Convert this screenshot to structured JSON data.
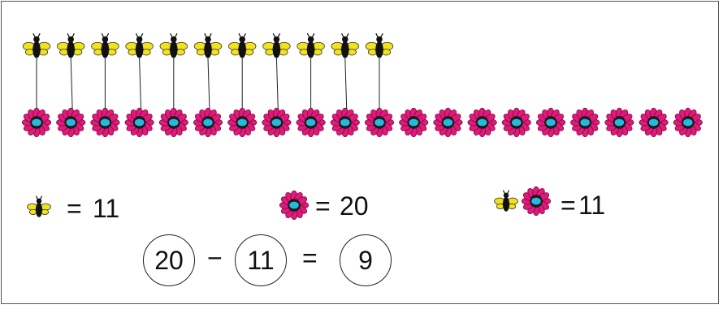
{
  "counts": {
    "bees": 11,
    "flowers": 20,
    "paired": 11
  },
  "colors": {
    "flower_petal": "#e0197a",
    "flower_center": "#27b8e0",
    "bee_body": "#111111",
    "bee_wing": "#f2e21d",
    "string": "#222222"
  },
  "icons": {
    "bee": "bee-icon",
    "flower": "flower-icon"
  },
  "summary": {
    "bee_value": "11",
    "flower_value": "20",
    "pair_value": "11"
  },
  "equation": {
    "minuend": "20",
    "minus": "−",
    "subtrahend": "11",
    "equals": "=",
    "result": "9",
    "eq_symbol": "="
  }
}
